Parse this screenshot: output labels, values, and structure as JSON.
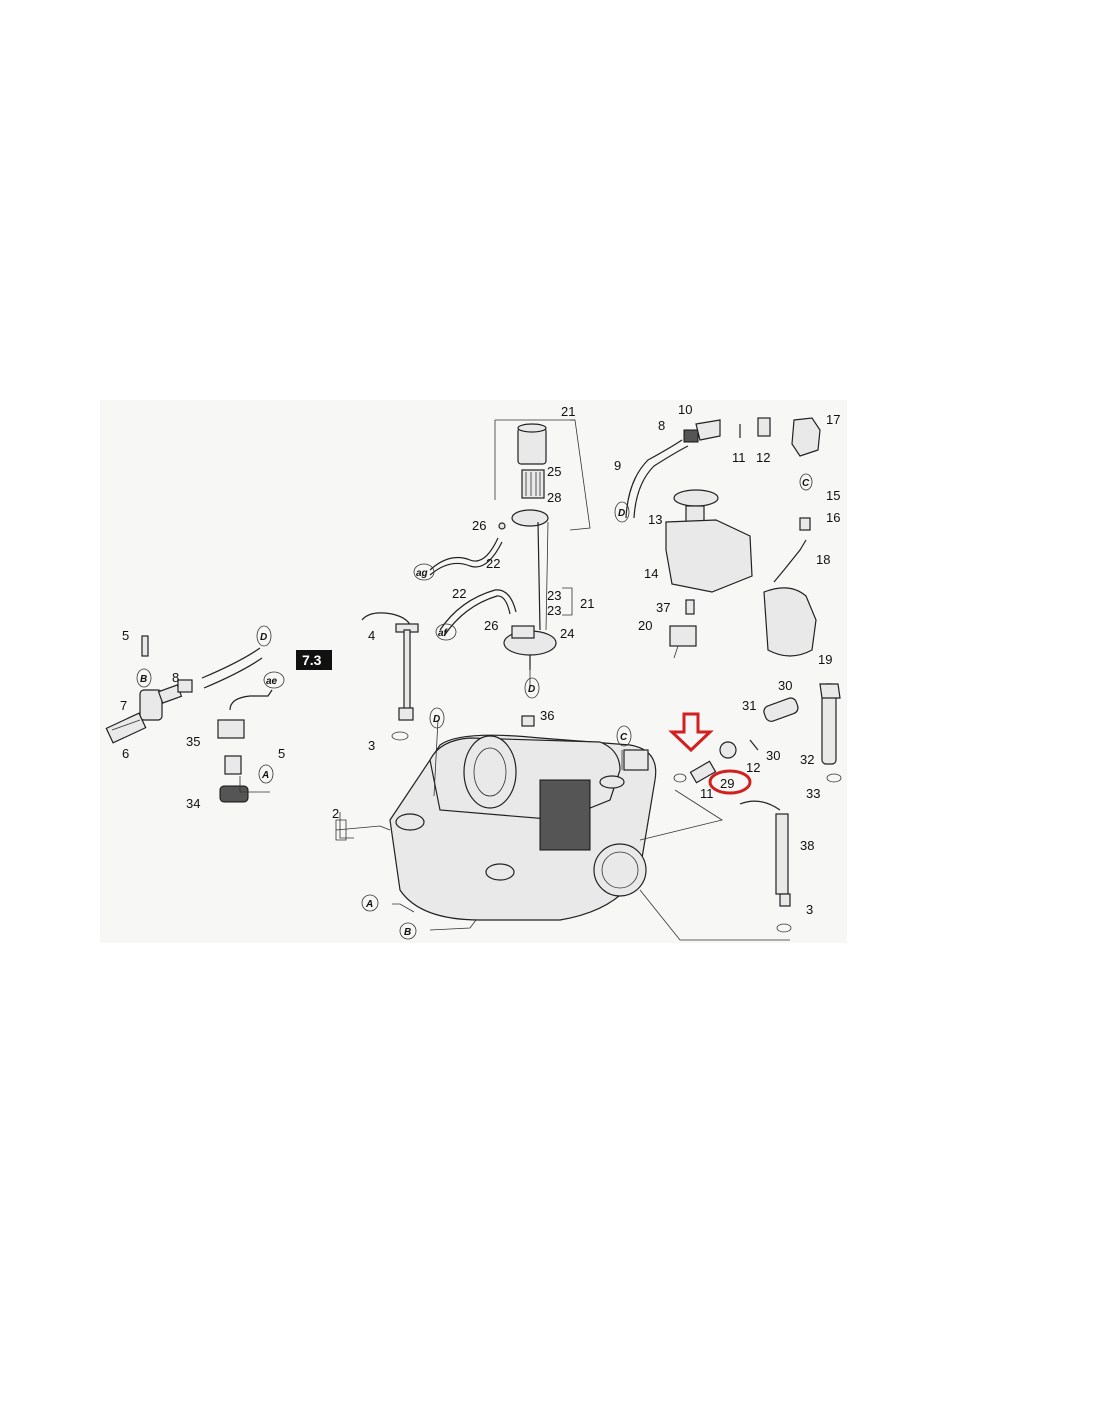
{
  "section_badge": "7.3",
  "callouts": {
    "c2": "2",
    "c3a": "3",
    "c3b": "3",
    "c4": "4",
    "c5a": "5",
    "c5b": "5",
    "c6": "6",
    "c7": "7",
    "c8a": "8",
    "c8b": "8",
    "c9": "9",
    "c10": "10",
    "c11a": "11",
    "c11b": "11",
    "c12a": "12",
    "c12b": "12",
    "c13": "13",
    "c14": "14",
    "c15": "15",
    "c16": "16",
    "c17": "17",
    "c18": "18",
    "c19": "19",
    "c20": "20",
    "c21a": "21",
    "c21b": "21",
    "c22a": "22",
    "c22b": "22",
    "c23a": "23",
    "c23b": "23",
    "c24": "24",
    "c25": "25",
    "c26a": "26",
    "c26b": "26",
    "c28": "28",
    "c29": "29",
    "c30a": "30",
    "c30b": "30",
    "c31": "31",
    "c32": "32",
    "c33": "33",
    "c34": "34",
    "c35": "35",
    "c36": "36",
    "c37": "37",
    "c38": "38"
  },
  "connectors": {
    "d1": "D",
    "d2": "D",
    "d3": "D",
    "d4": "D",
    "a1": "A",
    "a2": "A",
    "b1": "B",
    "b2": "B",
    "c1": "C",
    "c2": "C",
    "ae": "ae",
    "ag": "ag",
    "af": "af"
  },
  "highlight": {
    "part_number": "29",
    "color": "#d21f1f"
  }
}
